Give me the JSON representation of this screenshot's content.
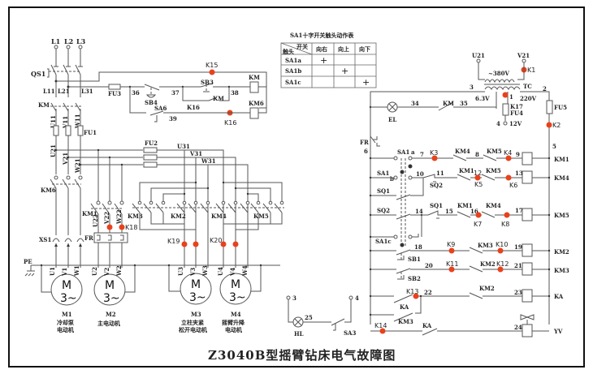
{
  "title": "Z3040B型摇臂钻床电气故障图",
  "accent_color": "#e8421c",
  "supply": {
    "phases": [
      "L1",
      "L2",
      "L3"
    ],
    "main_switch": "QS1",
    "after_switch": [
      "L11",
      "L21",
      "L31"
    ],
    "contactor": "KM",
    "branch": [
      "U11",
      "V11",
      "W11"
    ],
    "fuse": "FU1",
    "secondary": [
      "U21",
      "V21",
      "W21"
    ],
    "km6": "KM6",
    "socket": "XS1",
    "pe": "PE"
  },
  "hydraulic_control": {
    "fuse": "FU3",
    "nodes": [
      "36",
      "37",
      "38",
      "39"
    ],
    "buttons": [
      "SB4",
      "SB3",
      "SA6"
    ],
    "contacts": [
      "KM",
      "K16"
    ],
    "coils": [
      "KM",
      "KM6"
    ],
    "test_points": [
      "K15",
      "K16"
    ]
  },
  "switch_table": {
    "caption": "SA1十字开关触头动作表",
    "corner_top": "开关",
    "corner_bottom": "触头",
    "columns": [
      "向右",
      "向上",
      "向下"
    ],
    "rows": [
      {
        "name": "SA1a",
        "marks": [
          "+",
          "",
          ""
        ]
      },
      {
        "name": "SA1b",
        "marks": [
          "",
          "+",
          ""
        ]
      },
      {
        "name": "SA1c",
        "marks": [
          "",
          "",
          "+"
        ]
      }
    ]
  },
  "motor_circuit": {
    "fuse": "FU2",
    "lines": [
      "U31",
      "V31",
      "W31"
    ],
    "km1": "KM1",
    "km1_lines": [
      "U22",
      "V22",
      "W22"
    ],
    "fr": "FR",
    "contactors": [
      "KM3",
      "KM2",
      "KM4",
      "KM5"
    ],
    "test_points": [
      "K18",
      "K19",
      "K20"
    ]
  },
  "motors": [
    {
      "id": "M1",
      "symbol": "M",
      "type": "3~",
      "terminals": [
        "U1",
        "V1",
        "W1"
      ],
      "desc": [
        "冷却泵",
        "电动机"
      ]
    },
    {
      "id": "M2",
      "symbol": "M",
      "type": "3~",
      "terminals": [
        "U2",
        "V2",
        "W2"
      ],
      "desc": [
        "主电动机"
      ]
    },
    {
      "id": "M3",
      "symbol": "M",
      "type": "3~",
      "terminals": [
        "U3",
        "V3",
        "W3"
      ],
      "desc": [
        "立柱夹紧",
        "松开电动机"
      ]
    },
    {
      "id": "M4",
      "symbol": "M",
      "type": "3~",
      "terminals": [
        "U4",
        "V4",
        "W4"
      ],
      "desc": [
        "摇臂升降",
        "电动机"
      ]
    }
  ],
  "transformer": {
    "inputs": [
      "U21",
      "V21"
    ],
    "primary": "~380V",
    "name": "TC",
    "taps": [
      "6.3V",
      "220V",
      "12V"
    ],
    "nodes": [
      "3",
      "1",
      "2",
      "4"
    ],
    "fuses": [
      "FU4",
      "FU5"
    ],
    "test_points": [
      "K1",
      "K17",
      "K2"
    ]
  },
  "lamp_circuit": {
    "lamp": "EL",
    "nodes": [
      "34",
      "35"
    ],
    "contact": "KM"
  },
  "control_circuit": {
    "fr": "FR",
    "node6": "6",
    "node5": "5",
    "sa1": [
      "SA1",
      "a",
      "b",
      "SA1c"
    ],
    "limits": [
      "SQ1",
      "SQ2"
    ],
    "buttons": [
      "SB1",
      "SB2"
    ],
    "rungs": [
      {
        "coil": "KM1",
        "nodes": [
          "7",
          "8",
          "9"
        ],
        "contacts": [
          "KM4",
          "KM5"
        ],
        "test_points": [
          "K3",
          "K4"
        ]
      },
      {
        "coil": "KM4",
        "nodes": [
          "10",
          "11",
          "12",
          "13"
        ],
        "contacts": [
          "SQ2",
          "KM1",
          "KM5"
        ],
        "test_points": [
          "K5",
          "K6"
        ]
      },
      {
        "coil": "KM5",
        "nodes": [
          "14",
          "15",
          "16",
          "17"
        ],
        "contacts": [
          "SQ1",
          "KM1",
          "KM4"
        ],
        "test_points": [
          "K7",
          "K8"
        ]
      },
      {
        "coil": "KM2",
        "nodes": [
          "18",
          "19"
        ],
        "contacts": [
          "KM3"
        ],
        "test_points": [
          "K9",
          "K10"
        ]
      },
      {
        "coil": "KM3",
        "nodes": [
          "20",
          "21"
        ],
        "contacts": [
          "KM2"
        ],
        "test_points": [
          "K11",
          "K12"
        ]
      },
      {
        "coil": "KA",
        "nodes": [
          "22",
          "23"
        ],
        "contacts": [
          "KA",
          "KM2"
        ],
        "test_points": [
          "K13"
        ]
      },
      {
        "coil": "YV",
        "nodes": [
          "24"
        ],
        "contacts": [
          "KM3",
          "KA"
        ],
        "test_points": [
          "K14"
        ]
      }
    ]
  },
  "indicator": {
    "lamp": "HL",
    "nodes": [
      "3",
      "4",
      "25"
    ],
    "switch": "SA3"
  }
}
